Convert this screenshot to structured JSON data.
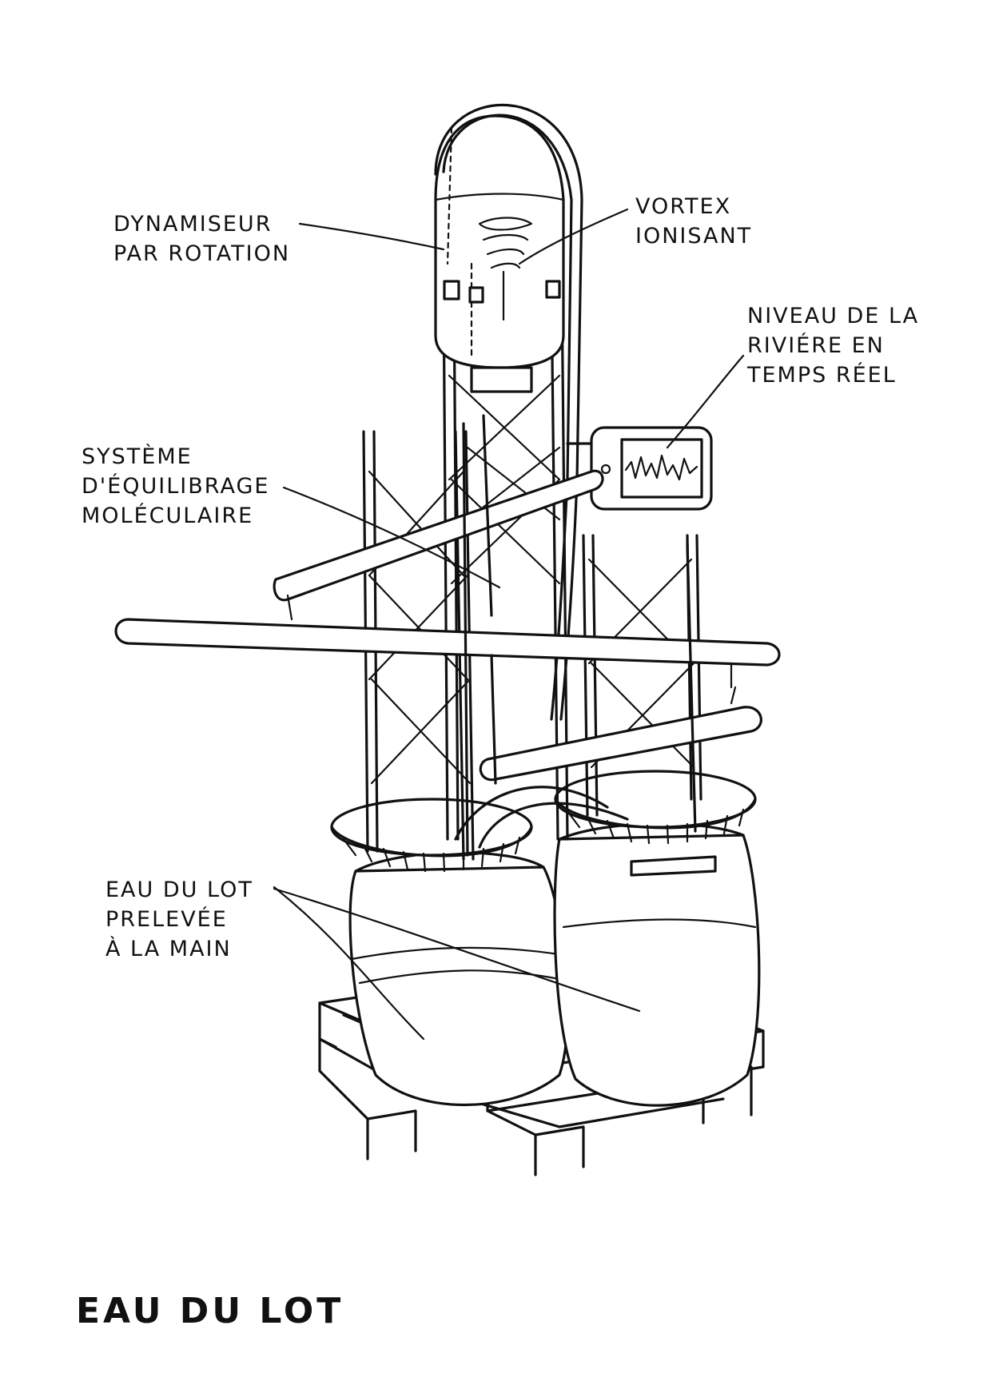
{
  "title": "EAU DU LOT",
  "labels": {
    "dynamiseur": "DYNAMISEUR\nPAR ROTATION",
    "vortex": "VORTEX\nIONISANT",
    "niveau": "NIVEAU DE LA\nRIVIÉRE EN\nTEMPS RÉEL",
    "systeme": "SYSTÈME\nD'ÉQUILIBRAGE\nMOLÉCULAIRE",
    "eau": "EAU DU LOT\nPRELEVÉE\nÀ LA MAIN"
  }
}
